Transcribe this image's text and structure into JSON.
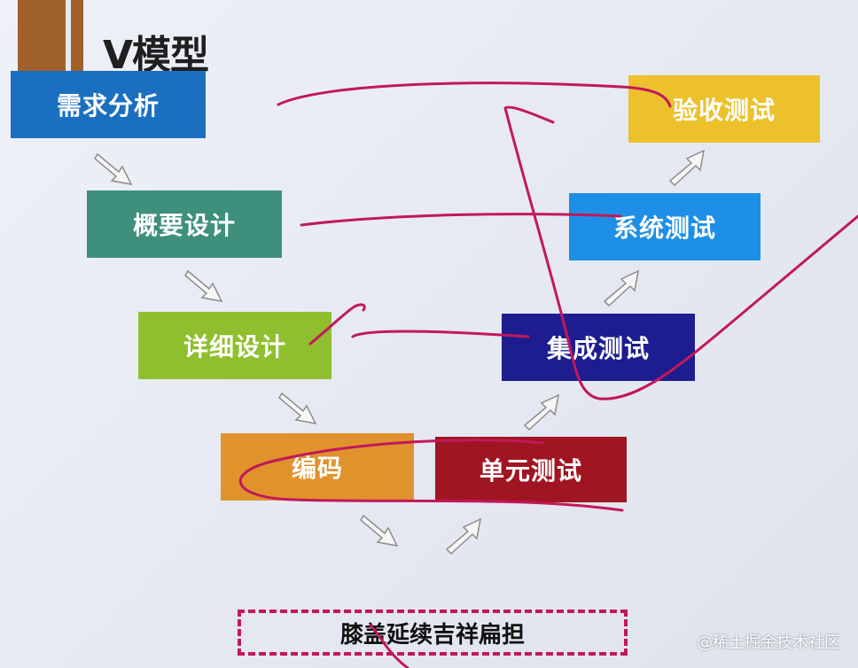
{
  "title": "V模型",
  "left_branch": [
    {
      "key": "requirements",
      "label": "需求分析",
      "color": "#1b6fc0"
    },
    {
      "key": "overview",
      "label": "概要设计",
      "color": "#3e8f7c"
    },
    {
      "key": "detail",
      "label": "详细设计",
      "color": "#8fbf2e"
    },
    {
      "key": "coding",
      "label": "编码",
      "color": "#e0922c"
    }
  ],
  "right_branch": [
    {
      "key": "unit",
      "label": "单元测试",
      "color": "#a01522"
    },
    {
      "key": "integration",
      "label": "集成测试",
      "color": "#1d1d8f"
    },
    {
      "key": "system",
      "label": "系统测试",
      "color": "#1e8fe6"
    },
    {
      "key": "acceptance",
      "label": "验收测试",
      "color": "#ecc12c"
    }
  ],
  "annotation_box": "膝盖延续吉祥扁担",
  "watermark": "@稀土掘金技术社区",
  "ink_color": "#c2185b"
}
